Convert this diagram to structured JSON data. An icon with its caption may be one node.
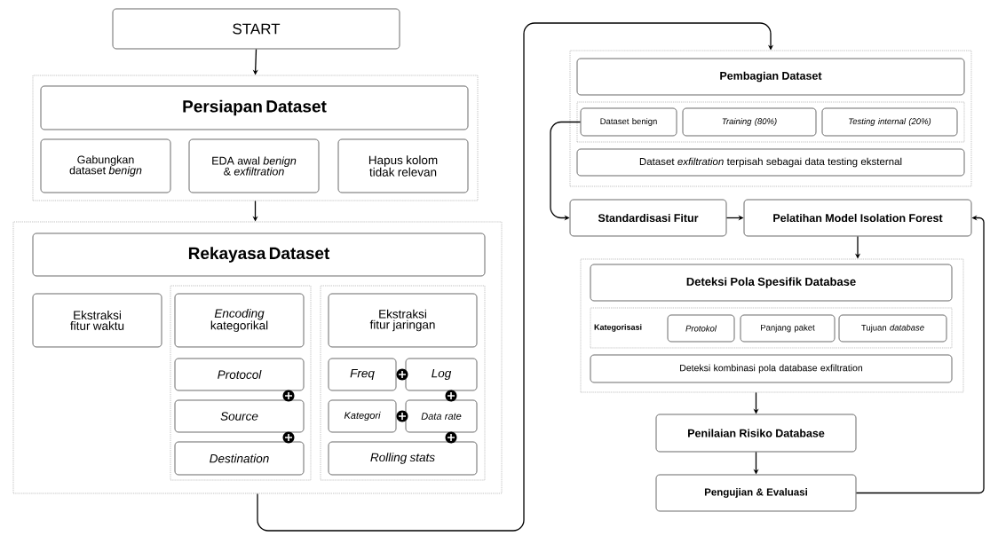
{
  "diagram": {
    "nodes": [
      {
        "text": [
          "START"
        ]
      },
      {
        "text": [],
        "shape": "box"
      },
      {
        "text": [
          "Persiapan Dataset"
        ],
        "in": 1
      },
      {
        "text": [
          "Gabungkan dataset *benign*"
        ],
        "in": 1
      },
      {
        "text": [
          "EDA awal *benign* & *exfiltration*"
        ],
        "in": 1
      },
      {
        "text": [
          "Hapus kolom tidak relevan"
        ],
        "in": 1
      },
      {
        "text": [],
        "shape": "box"
      },
      {
        "text": [
          "Rekayasa Dataset"
        ],
        "in": 6
      },
      {
        "text": [
          "Ekstraksi fitur waktu"
        ],
        "in": 6
      },
      {
        "text": [],
        "shape": "box",
        "in": 6
      },
      {
        "text": [
          "*Encoding* kategorikal"
        ],
        "in": 9
      },
      {
        "text": [
          "Protocol"
        ],
        "in": 9
      },
      {
        "text": [
          "Source"
        ],
        "in": 9
      },
      {
        "text": [
          "Destination"
        ],
        "in": 9
      },
      {
        "text": [],
        "shape": "box",
        "in": 6
      },
      {
        "text": [
          "Ekstraksi fitur jaringan"
        ],
        "in": 14
      },
      {
        "text": [
          "Freq"
        ],
        "in": 14
      },
      {
        "text": [
          "Log"
        ],
        "in": 14
      },
      {
        "text": [
          "Kategori"
        ],
        "in": 14
      },
      {
        "text": [
          "Data rate"
        ],
        "in": 14
      },
      {
        "text": [
          "Rolling stats"
        ],
        "in": 14
      },
      {
        "text": [],
        "shape": "box"
      },
      {
        "text": [
          "Pembagian Dataset"
        ],
        "in": 21
      },
      {
        "text": [],
        "shape": "box",
        "in": 21
      },
      {
        "text": [
          "Dataset benign"
        ],
        "in": 23
      },
      {
        "text": [
          "Training (80%)"
        ],
        "in": 23
      },
      {
        "text": [
          "Testing internal (20%)"
        ],
        "in": 23
      },
      {
        "text": [
          "Dataset *exfiltration* terpisah sebagai data testing eksternal"
        ],
        "in": 21
      },
      {
        "text": [
          "Standardisasi Fitur"
        ]
      },
      {
        "text": [
          "Pelatihan Model Isolation Forest"
        ]
      },
      {
        "text": [],
        "shape": "box"
      },
      {
        "text": [
          "Deteksi Pola Spesifik Database"
        ],
        "in": 30
      },
      {
        "text": [
          "Kategorisasi"
        ],
        "in": 30
      },
      {
        "text": [
          "Protokol"
        ],
        "in": 32
      },
      {
        "text": [
          "Panjang paket"
        ],
        "in": 32
      },
      {
        "text": [
          "Tujuan *database*"
        ],
        "in": 32
      },
      {
        "text": [
          "Deteksi kombinasi pola database exfiltration"
        ],
        "in": 30
      },
      {
        "text": [
          "Penilaian Risiko Database"
        ]
      },
      {
        "text": [
          "Pengujian & Evaluasi"
        ]
      }
    ],
    "edges": [
      {
        "from": 0,
        "to": 1,
        "arrow": "to"
      },
      {
        "from": 1,
        "to": 6,
        "arrow": "to"
      },
      {
        "from": 6,
        "to": 21,
        "arrow": "to"
      },
      {
        "from": 24,
        "to": 28,
        "arrow": "to"
      },
      {
        "from": 28,
        "to": 29,
        "arrow": "to"
      },
      {
        "from": 29,
        "to": 30,
        "arrow": "to"
      },
      {
        "from": 30,
        "to": 37,
        "arrow": "to"
      },
      {
        "from": 37,
        "to": 38,
        "arrow": "to"
      },
      {
        "from": 38,
        "to": 29,
        "arrow": "to"
      }
    ]
  }
}
